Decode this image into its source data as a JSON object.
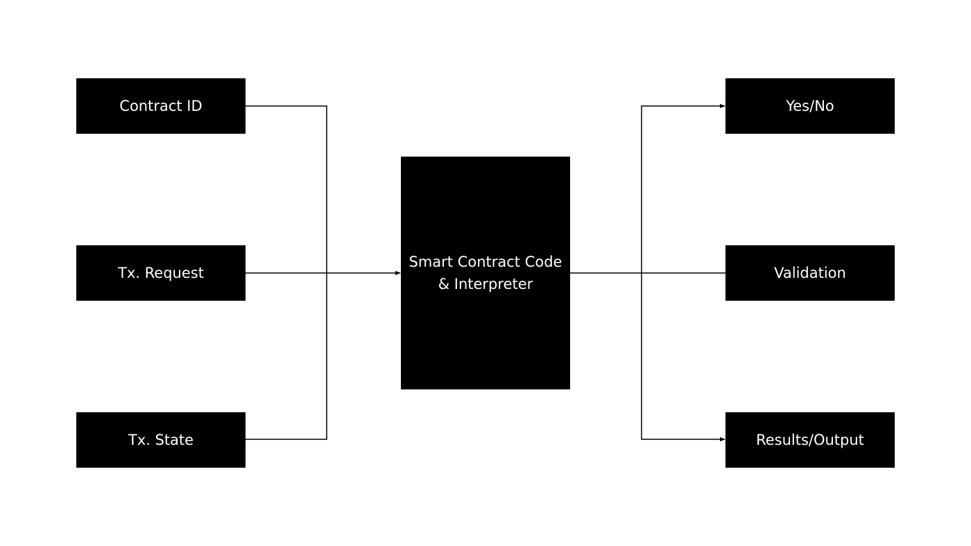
{
  "inputs": [
    {
      "label": "Contract ID"
    },
    {
      "label": "Tx. Request"
    },
    {
      "label": "Tx. State"
    }
  ],
  "core": {
    "line1": "Smart Contract Code",
    "line2": "& Interpreter"
  },
  "outputs": [
    {
      "label": "Yes/No"
    },
    {
      "label": "Validation"
    },
    {
      "label": "Results/Output"
    }
  ],
  "colors": {
    "box_fill": "#000000",
    "box_text": "#ffffff",
    "line": "#000000",
    "background": "#ffffff"
  }
}
